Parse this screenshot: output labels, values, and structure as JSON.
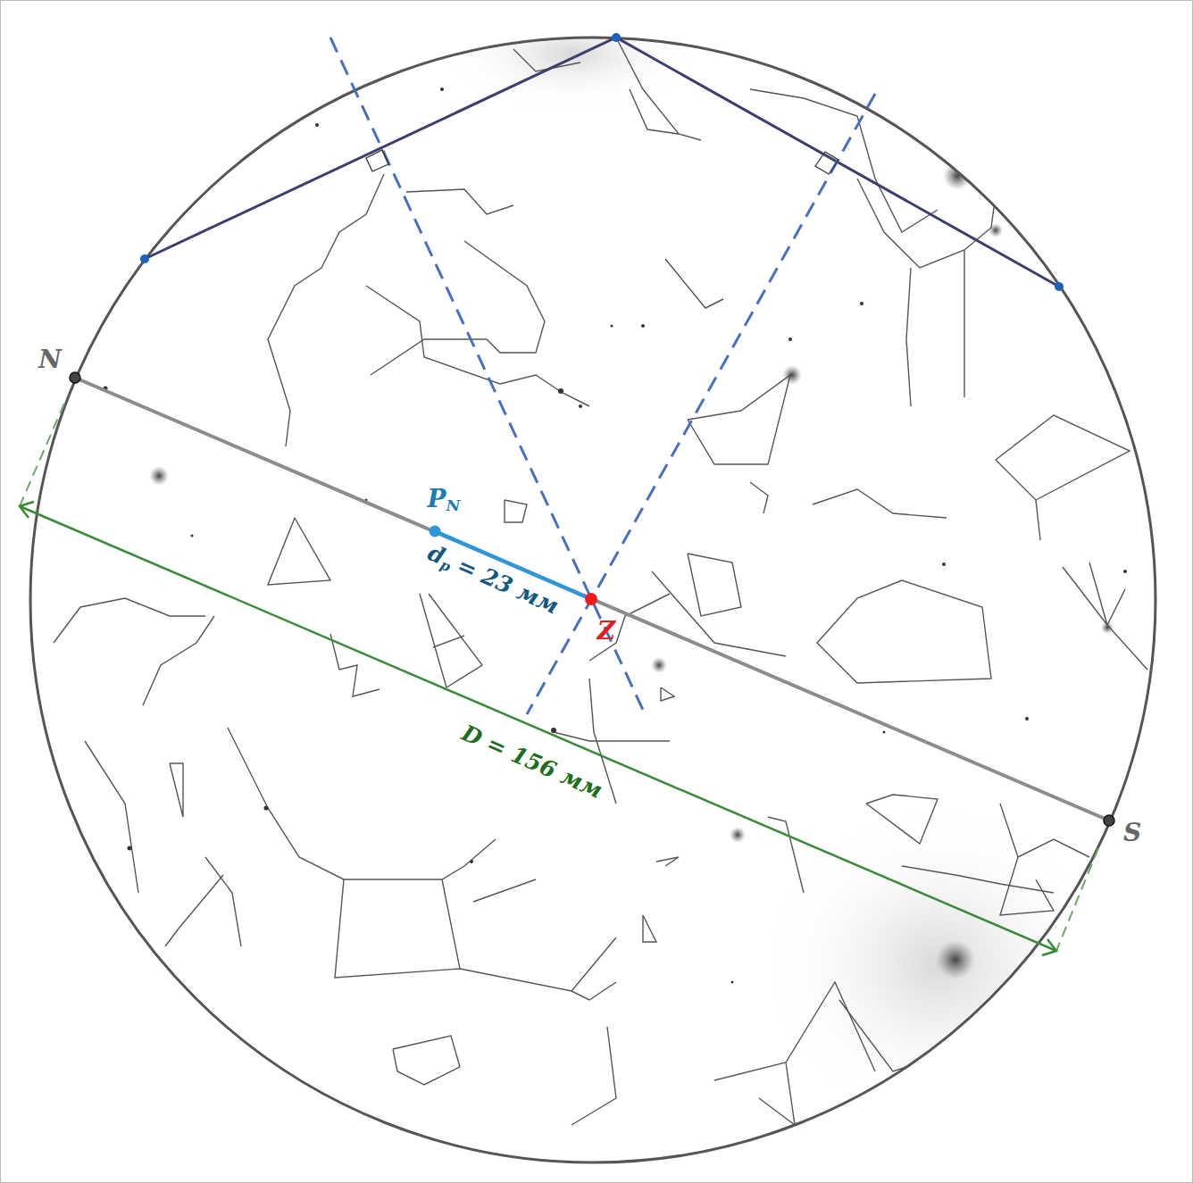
{
  "diagram": {
    "labels": [
      "N",
      "S",
      "P",
      "N",
      "Z",
      "d",
      "p",
      "= 23 мм",
      "D = 156 мм"
    ]
  }
}
